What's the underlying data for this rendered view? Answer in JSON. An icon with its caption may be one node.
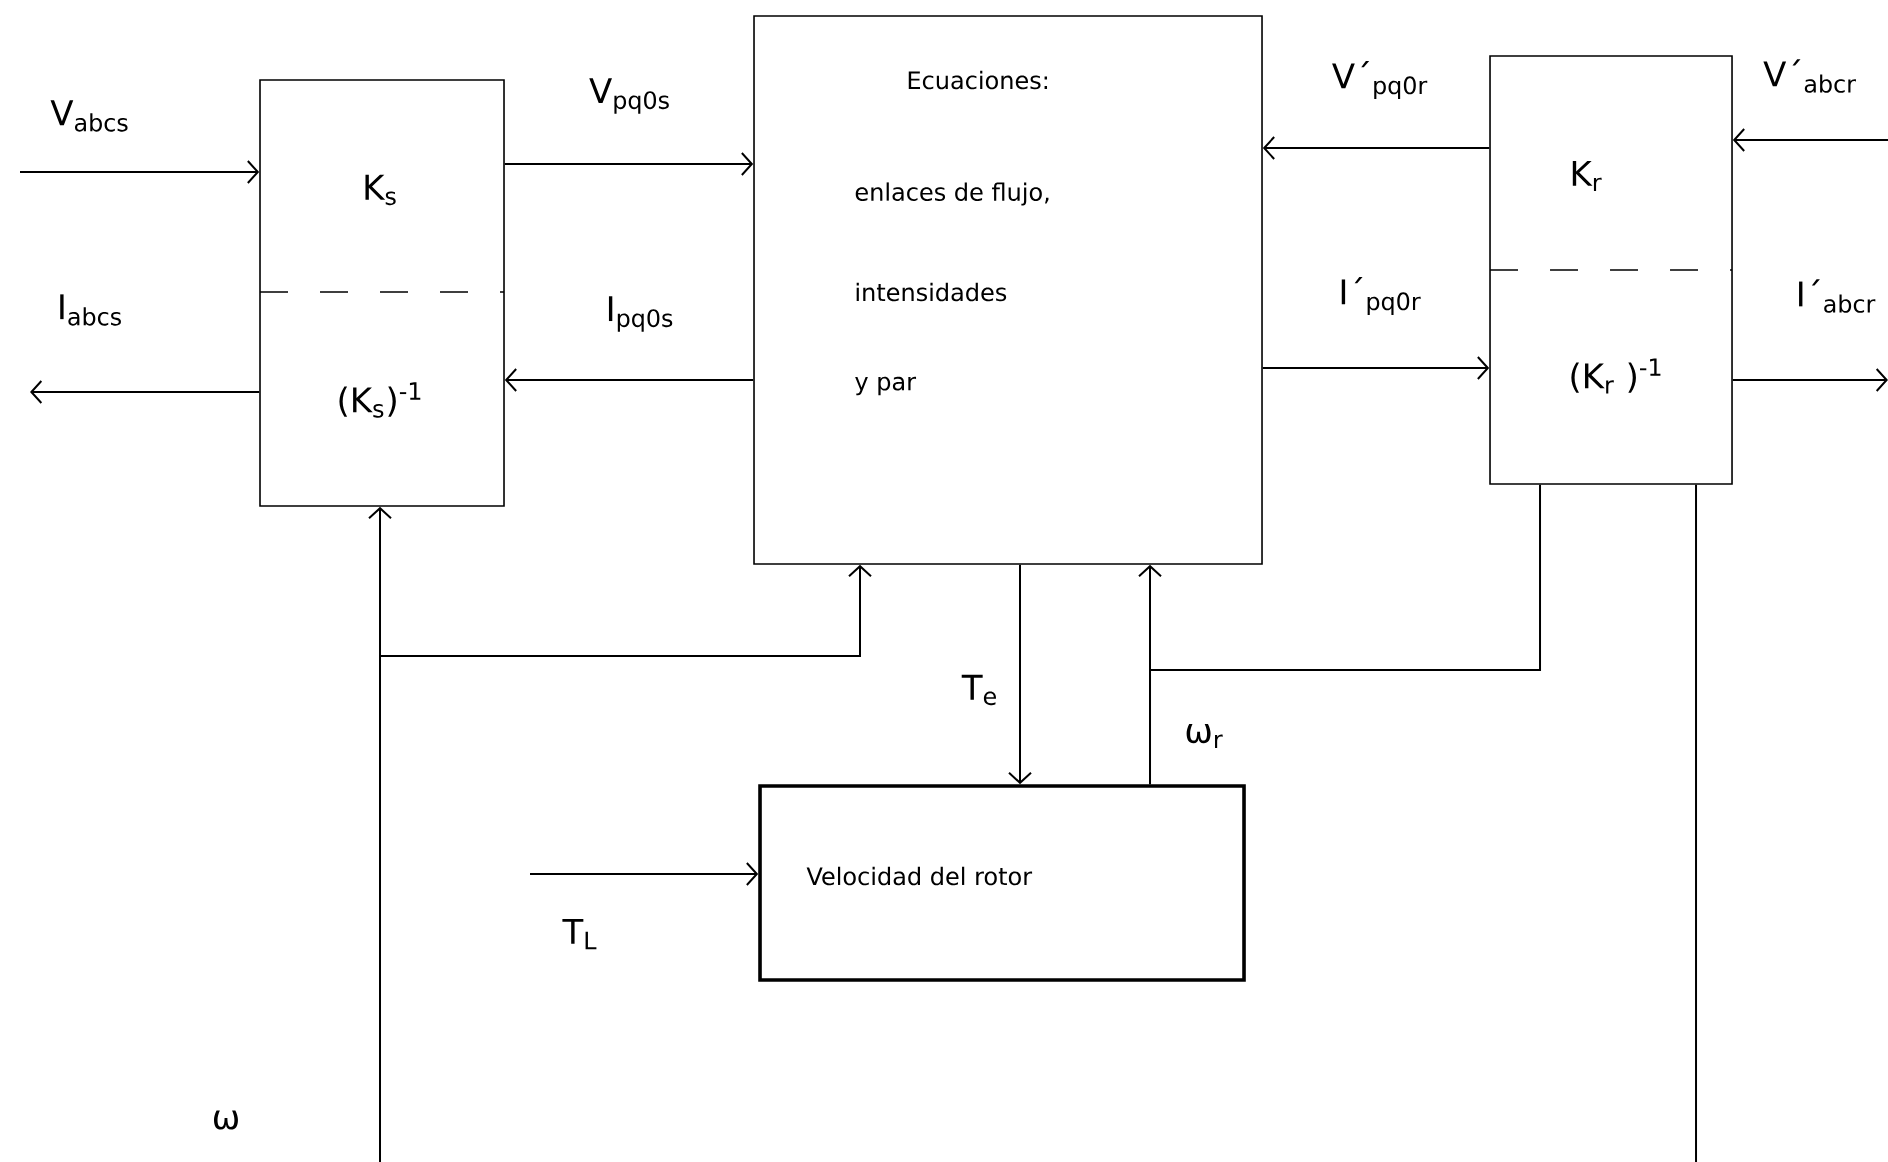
{
  "diagram": {
    "nodes": [
      {
        "text": [
          "K$_{s}$",
          "(K$_{s}$)$^{-1}$"
        ]
      },
      {
        "text": [
          "Ecuaciones:",
          "enlaces  de  flujo,",
          "intensidades",
          "y   par"
        ]
      },
      {
        "text": [
          "K$_{r}$",
          "(K$_{r}$ )$^{-1}$"
        ]
      },
      {
        "text": [
          "Velocidad del rotor"
        ]
      }
    ],
    "edges": [
      {
        "from": null,
        "to": 0,
        "arrow": "to",
        "label": "V$_{abcs}$"
      },
      {
        "from": 0,
        "to": null,
        "arrow": "to",
        "label": "I$_{abcs}$"
      },
      {
        "from": 0,
        "to": 1,
        "arrow": "to",
        "label": "V$_{pq0s}$"
      },
      {
        "from": 1,
        "to": 0,
        "arrow": "to",
        "label": "I$_{pq0s}$"
      },
      {
        "from": 2,
        "to": 1,
        "arrow": "to",
        "label": "V´$_{pq0r}$"
      },
      {
        "from": 1,
        "to": 2,
        "arrow": "to",
        "label": "I´$_{pq0r}$"
      },
      {
        "from": null,
        "to": 2,
        "arrow": "to",
        "label": "V´$_{abcr}$"
      },
      {
        "from": 2,
        "to": null,
        "arrow": "to",
        "label": "I´$_{abcr}$"
      },
      {
        "from": 1,
        "to": 3,
        "arrow": "to",
        "label": "T$_{e}$"
      },
      {
        "from": 3,
        "to": 1,
        "arrow": "to",
        "label": "ω$_{r}$"
      },
      {
        "from": 3,
        "to": 2,
        "arrow": "none"
      },
      {
        "from": null,
        "to": 0,
        "arrow": "to",
        "label": "ω"
      },
      {
        "from": null,
        "to": 1,
        "arrow": "to"
      },
      {
        "from": 2,
        "to": null,
        "arrow": "none"
      },
      {
        "from": null,
        "to": 3,
        "arrow": "to",
        "label": "T$_{L}$"
      }
    ]
  }
}
